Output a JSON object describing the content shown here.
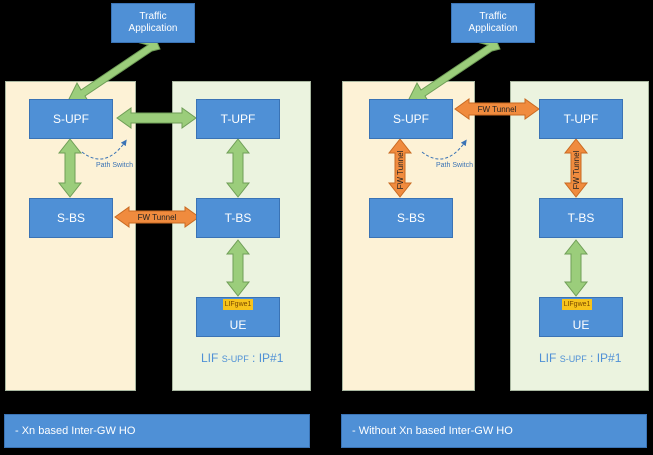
{
  "colors": {
    "node_fill": "#4f90d6",
    "green_arrow": "#9bcd7b",
    "orange_arrow": "#f08b3e",
    "lif_tag": "#f7c31b"
  },
  "left": {
    "traffic_app": "Traffic\nApplication",
    "s_upf": "S-UPF",
    "t_upf": "T-UPF",
    "s_bs": "S-BS",
    "t_bs": "T-BS",
    "ue": "UE",
    "lif_tag": "LIFgwe1",
    "path_switch": "Path Switch",
    "fw_tunnel": "FW Tunnel",
    "lif_main": "LIF",
    "lif_sub": "S-UPF",
    "lif_ip": ": IP#1",
    "footer": "- Xn based Inter-GW HO"
  },
  "right": {
    "traffic_app": "Traffic\nApplication",
    "s_upf": "S-UPF",
    "t_upf": "T-UPF",
    "s_bs": "S-BS",
    "t_bs": "T-BS",
    "ue": "UE",
    "lif_tag": "LIFgwe1",
    "path_switch": "Path Switch",
    "fw_tunnel_top": "FW Tunnel",
    "fw_tunnel_left": "FW Tunnel",
    "fw_tunnel_right": "FW Tunnel",
    "lif_main": "LIF",
    "lif_sub": "S-UPF",
    "lif_ip": ": IP#1",
    "footer": "- Without Xn based Inter-GW HO"
  }
}
